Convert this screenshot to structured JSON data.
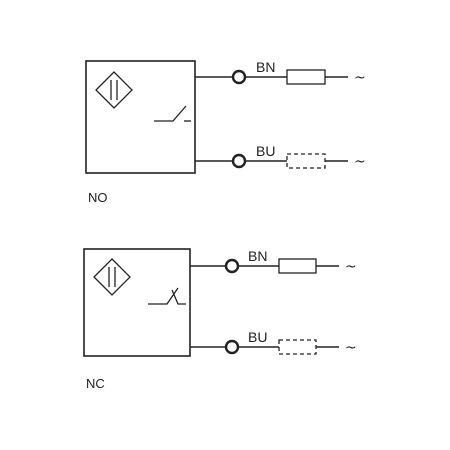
{
  "diagrams": [
    {
      "caption": "NO",
      "wires": [
        {
          "label": "BN",
          "load": "solid",
          "end": "~"
        },
        {
          "label": "BU",
          "load": "dashed",
          "end": "~"
        }
      ]
    },
    {
      "caption": "NC",
      "wires": [
        {
          "label": "BN",
          "load": "solid",
          "end": "~"
        },
        {
          "label": "BU",
          "load": "dashed",
          "end": "~"
        }
      ]
    }
  ]
}
